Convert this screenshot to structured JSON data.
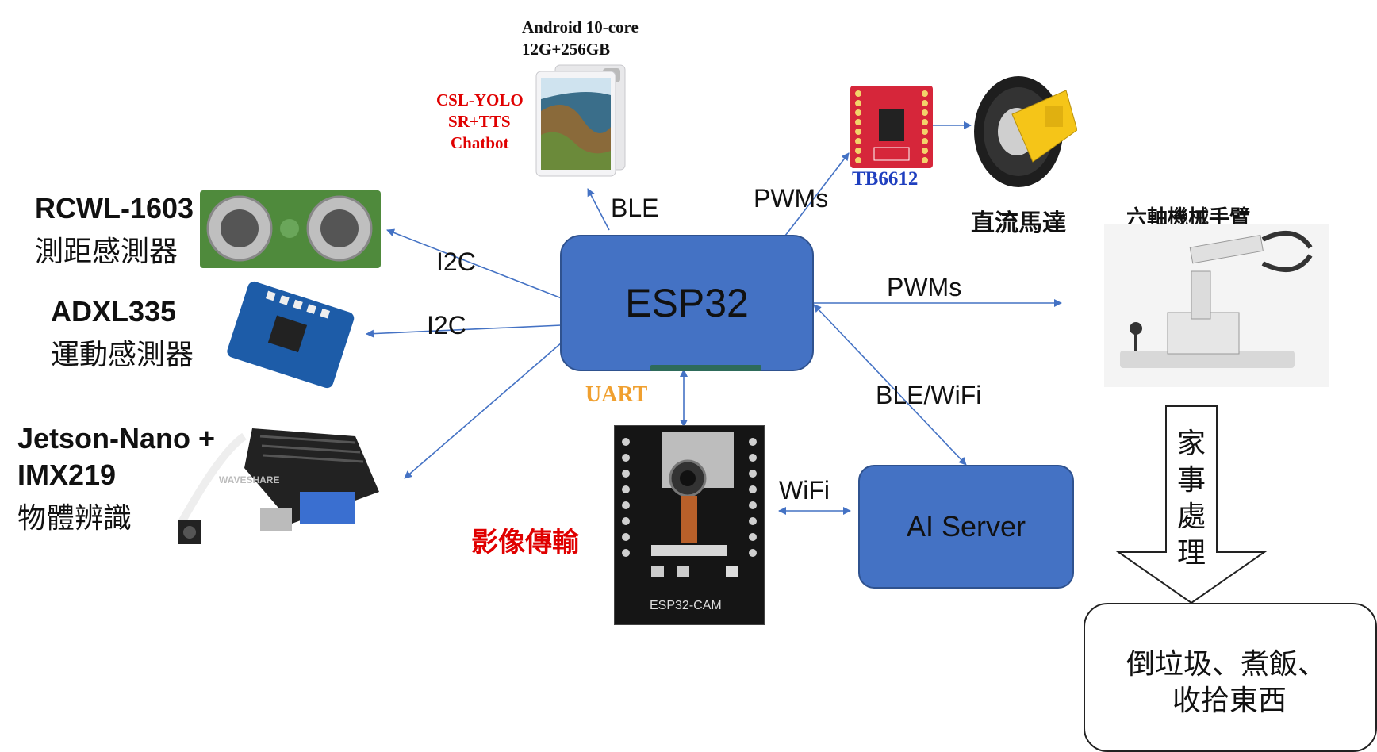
{
  "nodes": {
    "esp32": "ESP32",
    "ai_server": "AI Server",
    "esp32cam_silk": "ESP32-CAM",
    "tablet_spec_line1": "Android 10-core",
    "tablet_spec_line2": "12G+256GB",
    "tablet_sw_line1": "CSL-YOLO",
    "tablet_sw_line2": "SR+TTS",
    "tablet_sw_line3": "Chatbot",
    "tb6612": "TB6612",
    "dc_motor": "直流馬達",
    "robot_arm": "六軸機械手臂",
    "rcwl_name": "RCWL-1603",
    "rcwl_desc": "測距感測器",
    "adxl_name": "ADXL335",
    "adxl_desc": "運動感測器",
    "jetson_line1": "Jetson-Nano +",
    "jetson_line2": "IMX219",
    "jetson_desc": "物體辨識",
    "image_transfer": "影像傳輸",
    "housework_chars": [
      "家",
      "事",
      "處",
      "理"
    ],
    "tasks_line1": "倒垃圾、煮飯、",
    "tasks_line2": "收拾東西",
    "waveshare": "WAVESHARE"
  },
  "connections": {
    "ble": "BLE",
    "pwms_motor": "PWMs",
    "pwms_arm": "PWMs",
    "i2c_rcwl": "I2C",
    "i2c_adxl": "I2C",
    "uart": "UART",
    "ble_wifi": "BLE/WiFi",
    "wifi": "WiFi"
  },
  "colors": {
    "box_fill": "#4472c4",
    "arrow": "#4472c4",
    "tablet_text_red": "#e00000",
    "uart_orange": "#f0a030",
    "tb6612_blue": "#1f3fbf",
    "image_transfer_red": "#e00000",
    "motor_driver_red": "#d6263a"
  }
}
